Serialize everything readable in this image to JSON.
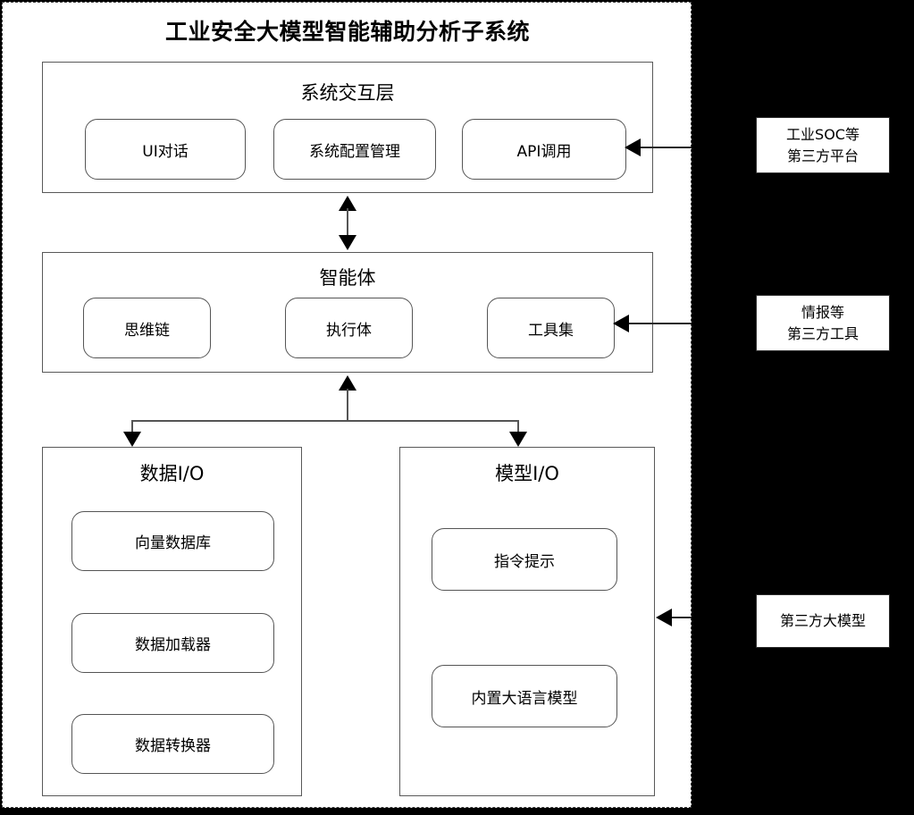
{
  "system": {
    "title": "工业安全大模型智能辅助分析子系统"
  },
  "layers": [
    {
      "id": "interaction",
      "title": "系统交互层",
      "modules": [
        {
          "label": "UI对话"
        },
        {
          "label": "系统配置管理"
        },
        {
          "label": "API调用"
        }
      ]
    },
    {
      "id": "agent",
      "title": "智能体",
      "modules": [
        {
          "label": "思维链"
        },
        {
          "label": "执行体"
        },
        {
          "label": "工具集"
        }
      ]
    },
    {
      "id": "data-io",
      "title": "数据I/O",
      "modules": [
        {
          "label": "向量数据库"
        },
        {
          "label": "数据加载器"
        },
        {
          "label": "数据转换器"
        }
      ]
    },
    {
      "id": "model-io",
      "title": "模型I/O",
      "modules": [
        {
          "label": "指令提示"
        },
        {
          "label": "内置大语言模型"
        }
      ]
    }
  ],
  "external": [
    {
      "id": "soc-platform",
      "line1": "工业SOC等",
      "line2": "第三方平台"
    },
    {
      "id": "intel-tools",
      "line1": "情报等",
      "line2": "第三方工具"
    },
    {
      "id": "third-party-llm",
      "line1": "第三方大模型",
      "line2": ""
    }
  ],
  "colors": {
    "background": "#000000",
    "panel": "#ffffff",
    "stroke": "#555555",
    "text": "#000000"
  }
}
